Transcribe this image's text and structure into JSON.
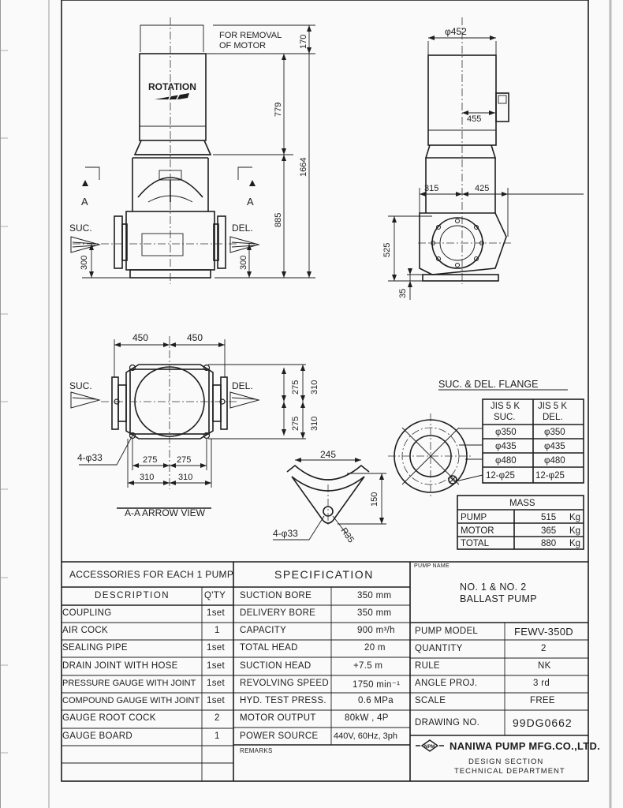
{
  "drawing": {
    "removal_note_1": "FOR REMOVAL",
    "removal_note_2": "OF MOTOR",
    "rotation": "ROTATION",
    "section_mark": "A",
    "suc": "SUC.",
    "del": "DEL.",
    "dims": {
      "d170": "170",
      "d779": "779",
      "d1664": "1664",
      "d885": "885",
      "d300": "300",
      "d452": "φ452",
      "d455": "455",
      "d315": "315",
      "d425": "425",
      "d525": "525",
      "d35": "35",
      "d450": "450",
      "d275": "275",
      "d310": "310",
      "d245": "245",
      "d150": "150",
      "bolt4": "4-φ33",
      "r35": "R35"
    },
    "view_title": "A-A ARROW VIEW",
    "flange_title": "SUC. & DEL. FLANGE"
  },
  "flange_table": {
    "headers": [
      [
        "JIS 5 K",
        "SUC."
      ],
      [
        "JIS 5 K",
        "DEL."
      ]
    ],
    "rows": [
      [
        "φ350",
        "φ350"
      ],
      [
        "φ435",
        "φ435"
      ],
      [
        "φ480",
        "φ480"
      ],
      [
        "12-φ25",
        "12-φ25"
      ]
    ]
  },
  "mass": {
    "title": "MASS",
    "rows": [
      {
        "item": "PUMP",
        "value": "515",
        "unit": "Kg"
      },
      {
        "item": "MOTOR",
        "value": "365",
        "unit": "Kg"
      },
      {
        "item": "TOTAL",
        "value": "880",
        "unit": "Kg"
      }
    ]
  },
  "accessories": {
    "title": "ACCESSORIES FOR EACH 1 PUMP",
    "col_desc": "DESCRIPTION",
    "col_qty": "Q'TY",
    "rows": [
      {
        "desc": "COUPLING",
        "qty": "1set"
      },
      {
        "desc": "AIR COCK",
        "qty": "1"
      },
      {
        "desc": "SEALING PIPE",
        "qty": "1set"
      },
      {
        "desc": "DRAIN JOINT WITH HOSE",
        "qty": "1set"
      },
      {
        "desc": "PRESSURE GAUGE WITH JOINT",
        "qty": "1set"
      },
      {
        "desc": "COMPOUND GAUGE WITH JOINT",
        "qty": "1set"
      },
      {
        "desc": "GAUGE ROOT COCK",
        "qty": "2"
      },
      {
        "desc": "GAUGE BOARD",
        "qty": "1"
      }
    ]
  },
  "specification": {
    "title": "SPECIFICATION",
    "rows": [
      {
        "item": "SUCTION BORE",
        "value": "350 mm"
      },
      {
        "item": "DELIVERY BORE",
        "value": "350 mm"
      },
      {
        "item": "CAPACITY",
        "value": "900 m³/h"
      },
      {
        "item": "TOTAL HEAD",
        "value": "20 m"
      },
      {
        "item": "SUCTION HEAD",
        "value": "+7.5 m"
      },
      {
        "item": "REVOLVING SPEED",
        "value": "1750 min⁻¹"
      },
      {
        "item": "HYD. TEST PRESS.",
        "value": "0.6 MPa"
      },
      {
        "item": "MOTOR OUTPUT",
        "value": "80kW , 4P"
      },
      {
        "item": "POWER SOURCE",
        "value": "440V, 60Hz, 3ph"
      }
    ],
    "remarks_label": "REMARKS"
  },
  "title_block": {
    "pump_name_label": "PUMP NAME",
    "pump_name_1": "NO. 1 & NO. 2",
    "pump_name_2": "BALLAST PUMP",
    "rows": [
      {
        "item": "PUMP MODEL",
        "value": "FEWV-350D"
      },
      {
        "item": "QUANTITY",
        "value": "2"
      },
      {
        "item": "RULE",
        "value": "NK"
      },
      {
        "item": "ANGLE PROJ.",
        "value": "3 rd"
      },
      {
        "item": "SCALE",
        "value": "FREE"
      },
      {
        "item": "DRAWING NO.",
        "value": "99DG0662"
      }
    ],
    "company_logo": "NPM",
    "company": "NANIWA PUMP MFG.CO.,LTD.",
    "dept_1": "DESIGN SECTION",
    "dept_2": "TECHNICAL DEPARTMENT"
  }
}
